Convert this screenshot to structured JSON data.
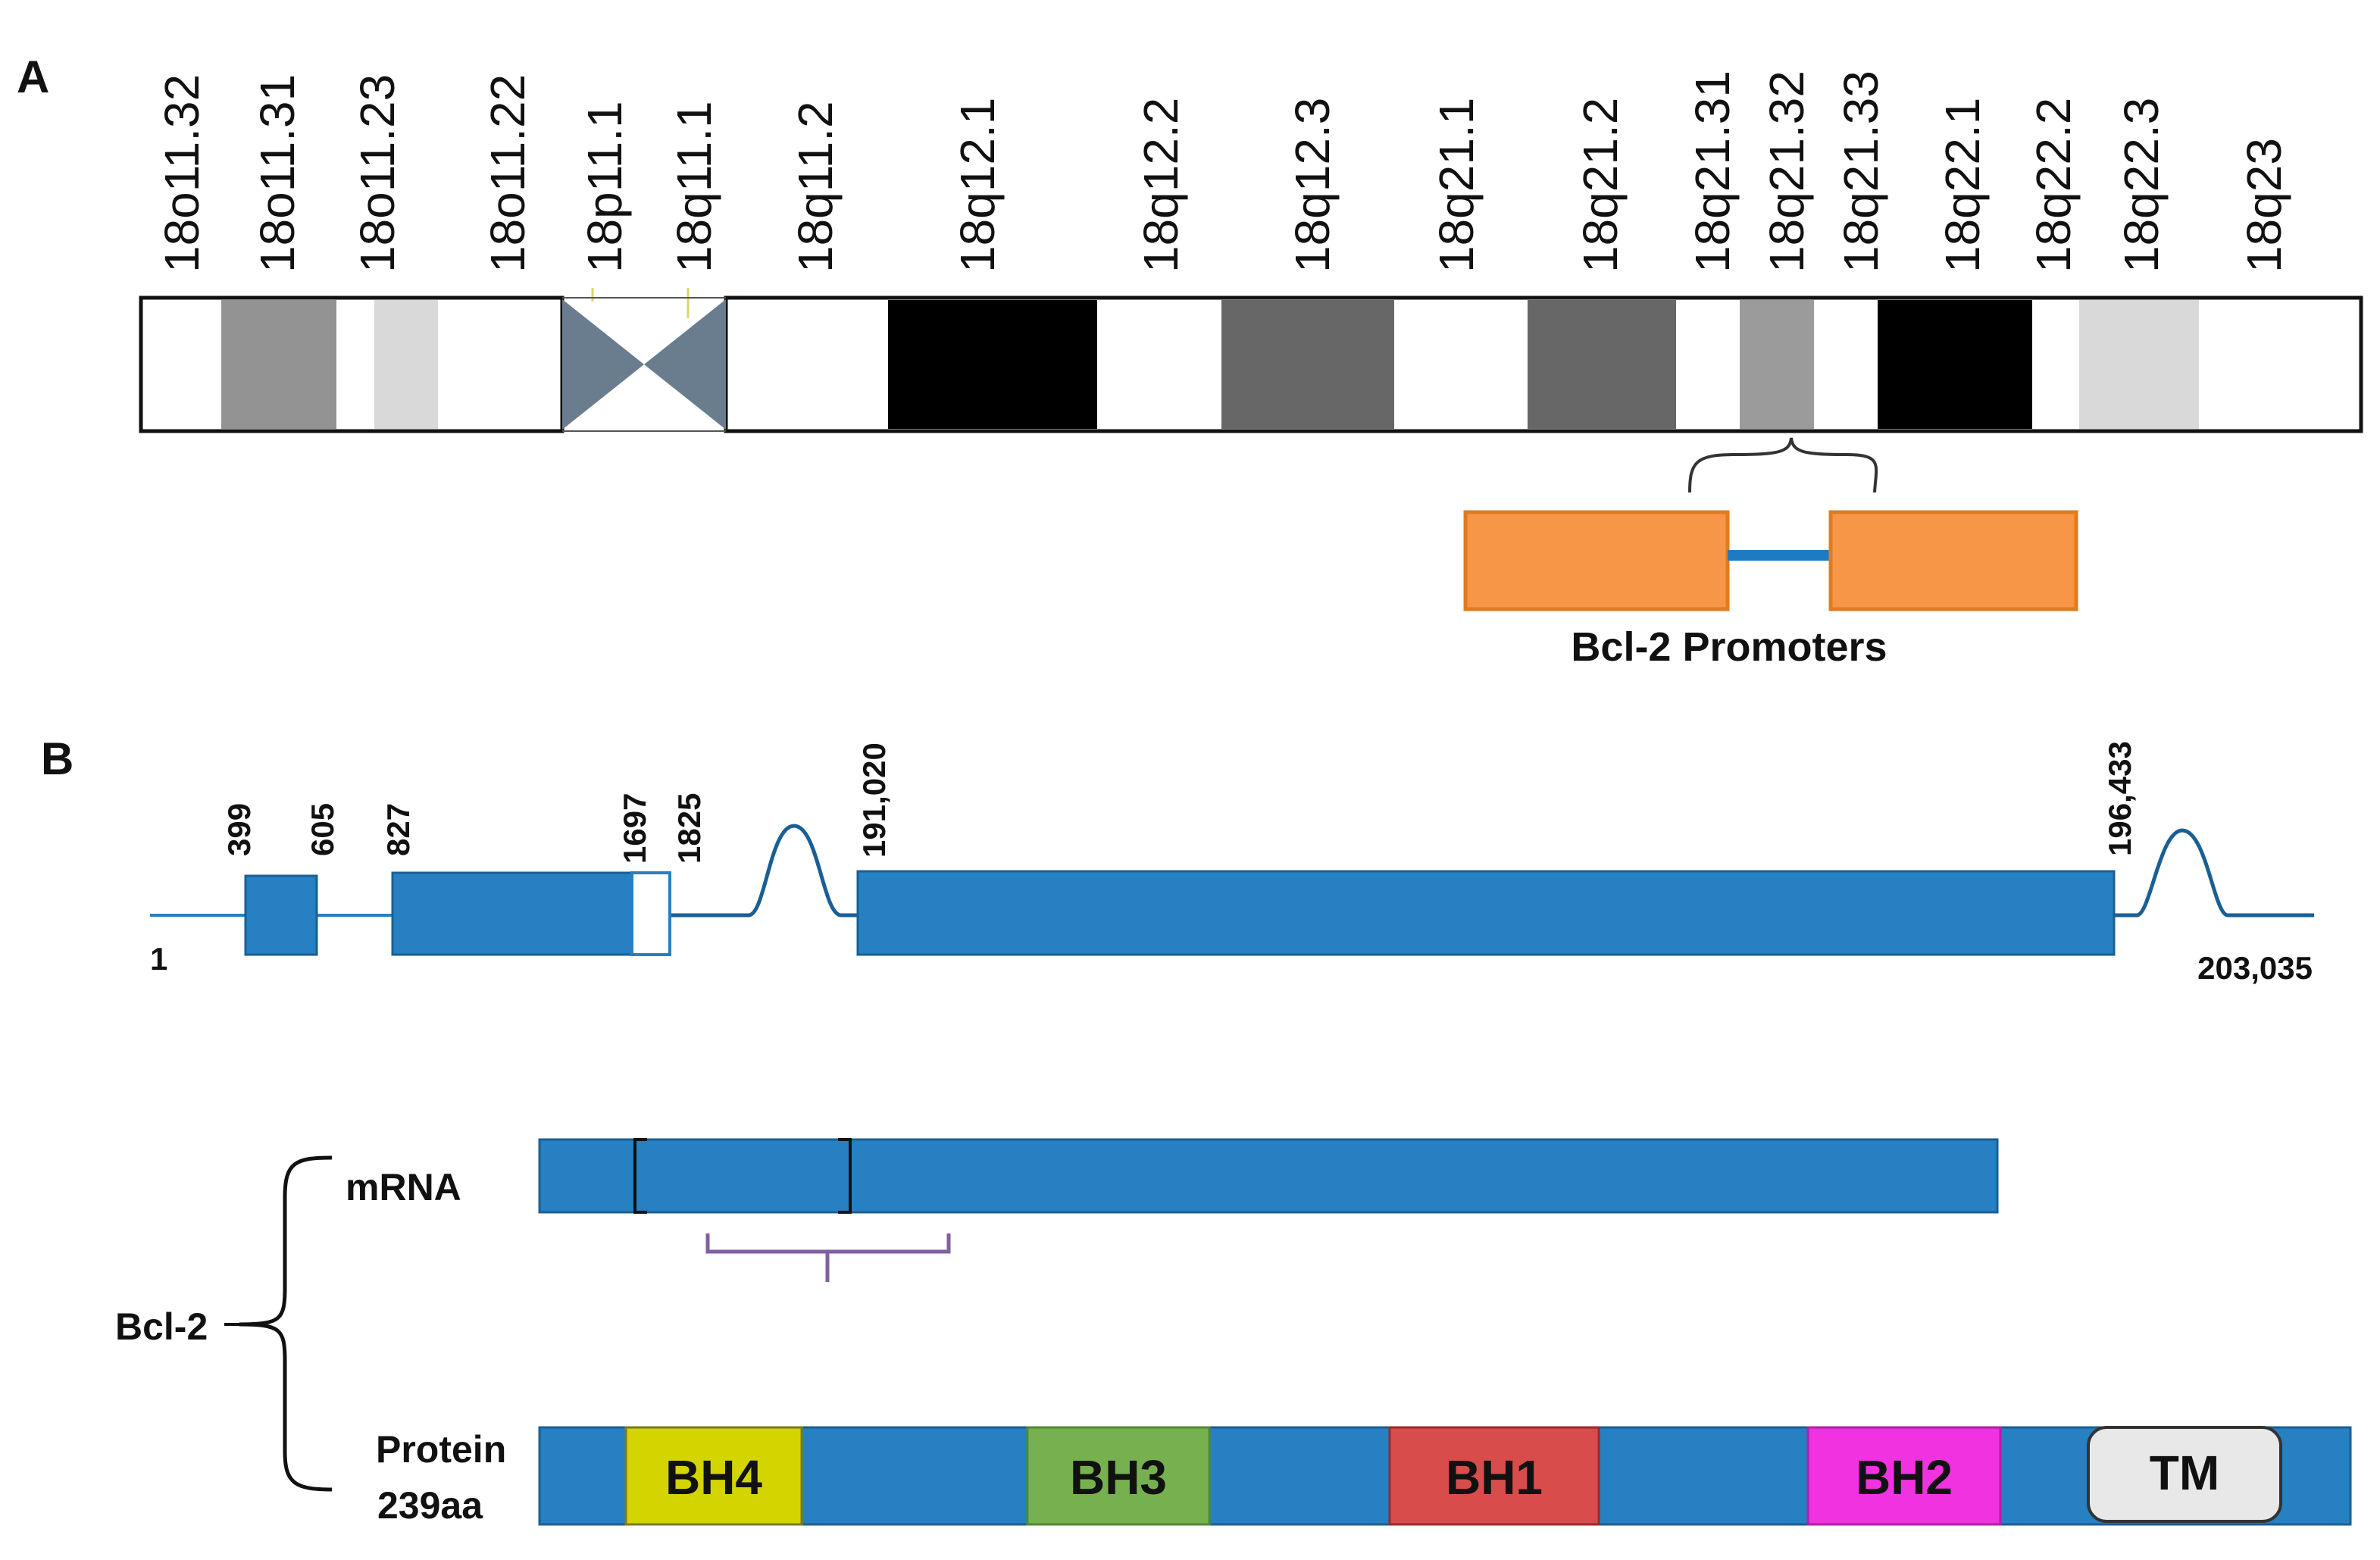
{
  "panel_a": {
    "label": "A",
    "bands": [
      "18o11.32",
      "18o11.31",
      "18o11.23",
      "18o11.22",
      "18p11.1",
      "18q11.1",
      "18q11.2",
      "18q12.1",
      "18q12.2",
      "18q12.3",
      "18q21.1",
      "18q21.2",
      "18q21.31",
      "18q21.32",
      "18q21.33",
      "18q22.1",
      "18q22.2",
      "18q22.3",
      "18q23"
    ],
    "promoter_label": "Bcl-2 Promoters",
    "colors": {
      "promoter": "#f79646",
      "promoter_border": "#e07b20",
      "link": "#1f7bc1",
      "centromere": "#697d8f"
    }
  },
  "panel_b": {
    "label": "B",
    "gene_positions": {
      "start": "1",
      "p399": "399",
      "p605": "605",
      "p827": "827",
      "p1697": "1697",
      "p1825": "1825",
      "p191020": "191,020",
      "p196433": "196,433",
      "end": "203,035"
    },
    "bcl2_label": "Bcl-2",
    "mrna_label": "mRNA",
    "protein_label_line1": "Protein",
    "protein_label_line2": "239aa",
    "domains": [
      {
        "name": "BH4",
        "color": "#d4d400"
      },
      {
        "name": "BH3",
        "color": "#77b14f"
      },
      {
        "name": "BH1",
        "color": "#d94c4c"
      },
      {
        "name": "BH2",
        "color": "#f032e0"
      },
      {
        "name": "TM",
        "color": "#e8e8e8"
      }
    ],
    "colors": {
      "exon": "#2680c2",
      "exon_border": "#1a5f94",
      "bracket": "#8060a0"
    }
  }
}
